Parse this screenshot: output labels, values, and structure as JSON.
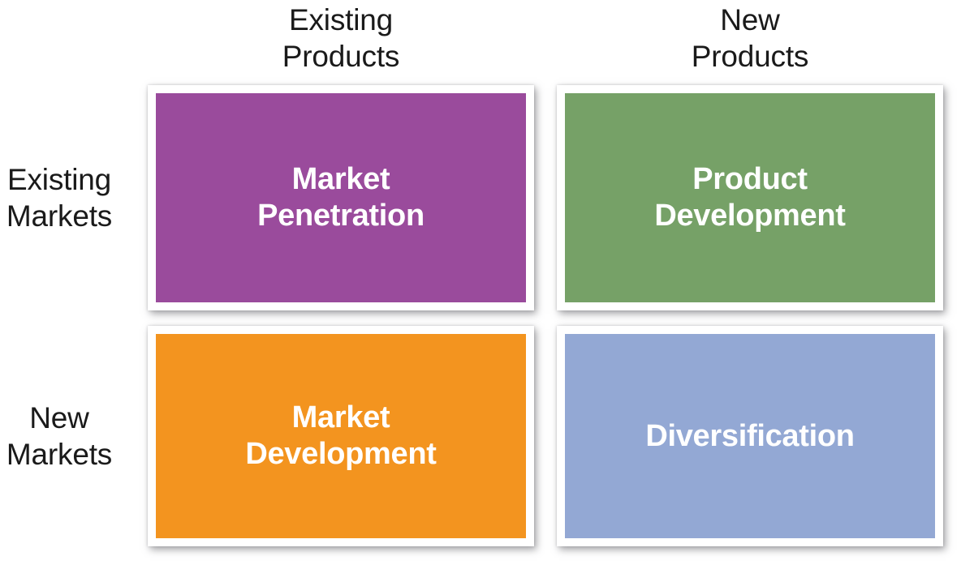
{
  "diagram": {
    "type": "matrix",
    "rows": 2,
    "columns": 2,
    "background_color": "#FFFFFF",
    "label_text_color": "#1A1A1A",
    "cell_text_color": "#FFFFFF",
    "frame_color": "#FFFFFF"
  },
  "columns": [
    {
      "line1": "Existing",
      "line2": "Products"
    },
    {
      "line1": "New",
      "line2": "Products"
    }
  ],
  "rows": [
    {
      "line1": "Existing",
      "line2": "Markets"
    },
    {
      "line1": "New",
      "line2": "Markets"
    }
  ],
  "cells": [
    {
      "line1": "Market",
      "line2": "Penetration",
      "color": "#9A4B9C",
      "row": "Existing Markets",
      "column": "Existing Products"
    },
    {
      "line1": "Product",
      "line2": "Development",
      "color": "#76A167",
      "row": "Existing Markets",
      "column": "New Products"
    },
    {
      "line1": "Market",
      "line2": "Development",
      "color": "#F3941F",
      "row": "New Markets",
      "column": "Existing Products"
    },
    {
      "line1": "Diversification",
      "line2": "",
      "color": "#93A8D4",
      "row": "New Markets",
      "column": "New Products"
    }
  ]
}
